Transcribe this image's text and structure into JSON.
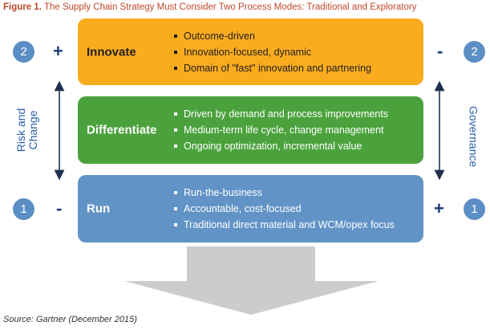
{
  "figure": {
    "label": "Figure 1.",
    "title": "The Supply Chain Strategy Must Consider Two Process Modes: Traditional and Exploratory"
  },
  "tiers": [
    {
      "name": "Innovate",
      "color": "#fbab1e",
      "bullets": [
        "Outcome-driven",
        "Innovation-focused, dynamic",
        "Domain of \"fast\" innovation and partnering"
      ]
    },
    {
      "name": "Differentiate",
      "color": "#4ba23d",
      "bullets": [
        "Driven by demand and process improvements",
        "Medium-term life cycle, change management",
        "Ongoing optimization, incremental value"
      ]
    },
    {
      "name": "Run",
      "color": "#6193c6",
      "bullets": [
        "Run-the-business",
        "Accountable, cost-focused",
        "Traditional direct material and WCM/opex focus"
      ]
    }
  ],
  "left_side": {
    "axis_label": "Risk and Change",
    "axis_label_line1": "Risk and",
    "axis_label_line2": "Change",
    "top_number": "2",
    "top_sign": "+",
    "bottom_number": "1",
    "bottom_sign": "-"
  },
  "right_side": {
    "axis_label": "Governance",
    "top_number": "2",
    "top_sign": "-",
    "bottom_number": "1",
    "bottom_sign": "+"
  },
  "colors": {
    "title": "#c0482a",
    "circle": "#5b8ec4",
    "sign": "#1f3d73",
    "axis_label": "#2a5fa8",
    "arrow": "#cccccc"
  },
  "source": "Source: Gartner (December 2015)"
}
